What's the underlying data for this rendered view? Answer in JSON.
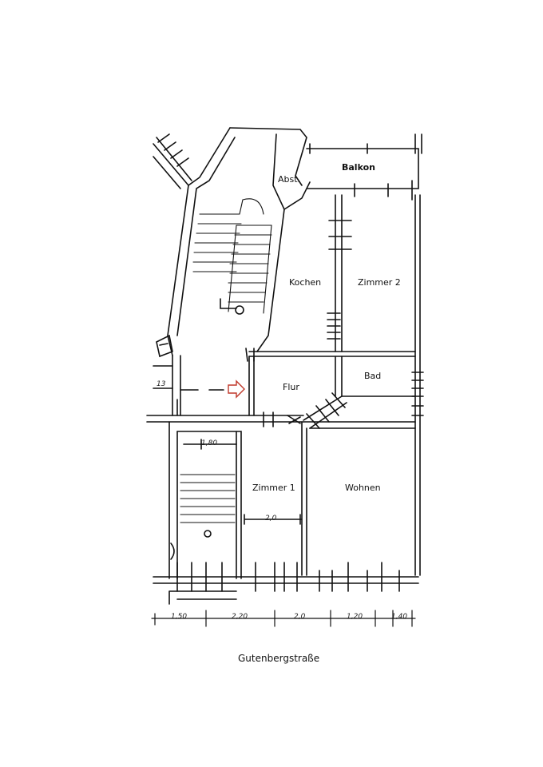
{
  "rooms": {
    "balkon": "Balkon",
    "abst": "Abst.",
    "kochen": "Kochen",
    "zimmer2": "Zimmer 2",
    "bad": "Bad",
    "flur": "Flur",
    "zimmer1": "Zimmer 1",
    "wohnen": "Wohnen"
  },
  "dimensions": {
    "stair_width": "1,80",
    "zimmer1_width": "2,0",
    "left_mark": "13",
    "bottom": [
      "1,50",
      "2,20",
      "2,0",
      "1,20",
      "1,40"
    ]
  },
  "street": "Gutenbergstraße",
  "colors": {
    "entrance_arrow": "#c0392b",
    "lines": "#111111"
  }
}
